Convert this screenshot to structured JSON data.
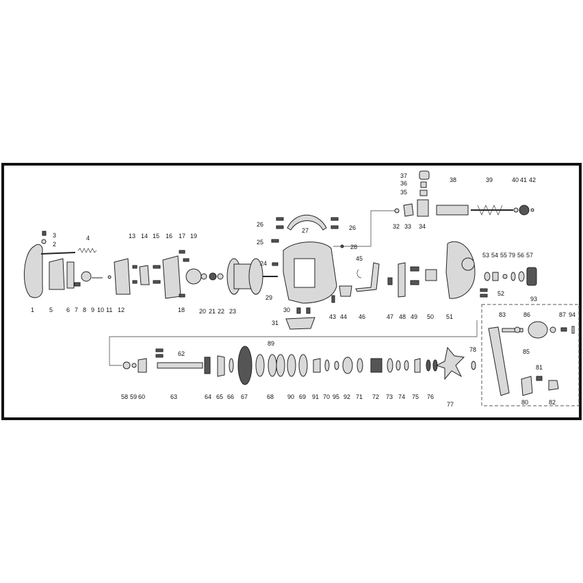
{
  "labels": {
    "row_top": [
      "1",
      "5",
      "6",
      "7",
      "8",
      "9",
      "10",
      "11",
      "12",
      "13",
      "14",
      "15",
      "16",
      "17",
      "18",
      "19",
      "20",
      "21",
      "22",
      "23",
      "24",
      "29",
      "31",
      "30",
      "43",
      "44",
      "46",
      "47",
      "48",
      "49",
      "50",
      "51",
      "52",
      "53",
      "54",
      "55",
      "79",
      "56",
      "57"
    ],
    "row_top_upper": [
      "2",
      "3",
      "4",
      "25",
      "26",
      "27",
      "28",
      "32",
      "33",
      "34",
      "35",
      "36",
      "37",
      "38",
      "39",
      "40",
      "41",
      "42",
      "45"
    ],
    "row_bottom": [
      "58",
      "59",
      "60",
      "62",
      "63",
      "64",
      "65",
      "66",
      "67",
      "68",
      "89",
      "90",
      "69",
      "91",
      "70",
      "95",
      "92",
      "71",
      "72",
      "73",
      "74",
      "75",
      "76",
      "77",
      "78"
    ],
    "handle_group": [
      "93",
      "83",
      "86",
      "87",
      "94",
      "85",
      "81",
      "80",
      "82"
    ]
  }
}
